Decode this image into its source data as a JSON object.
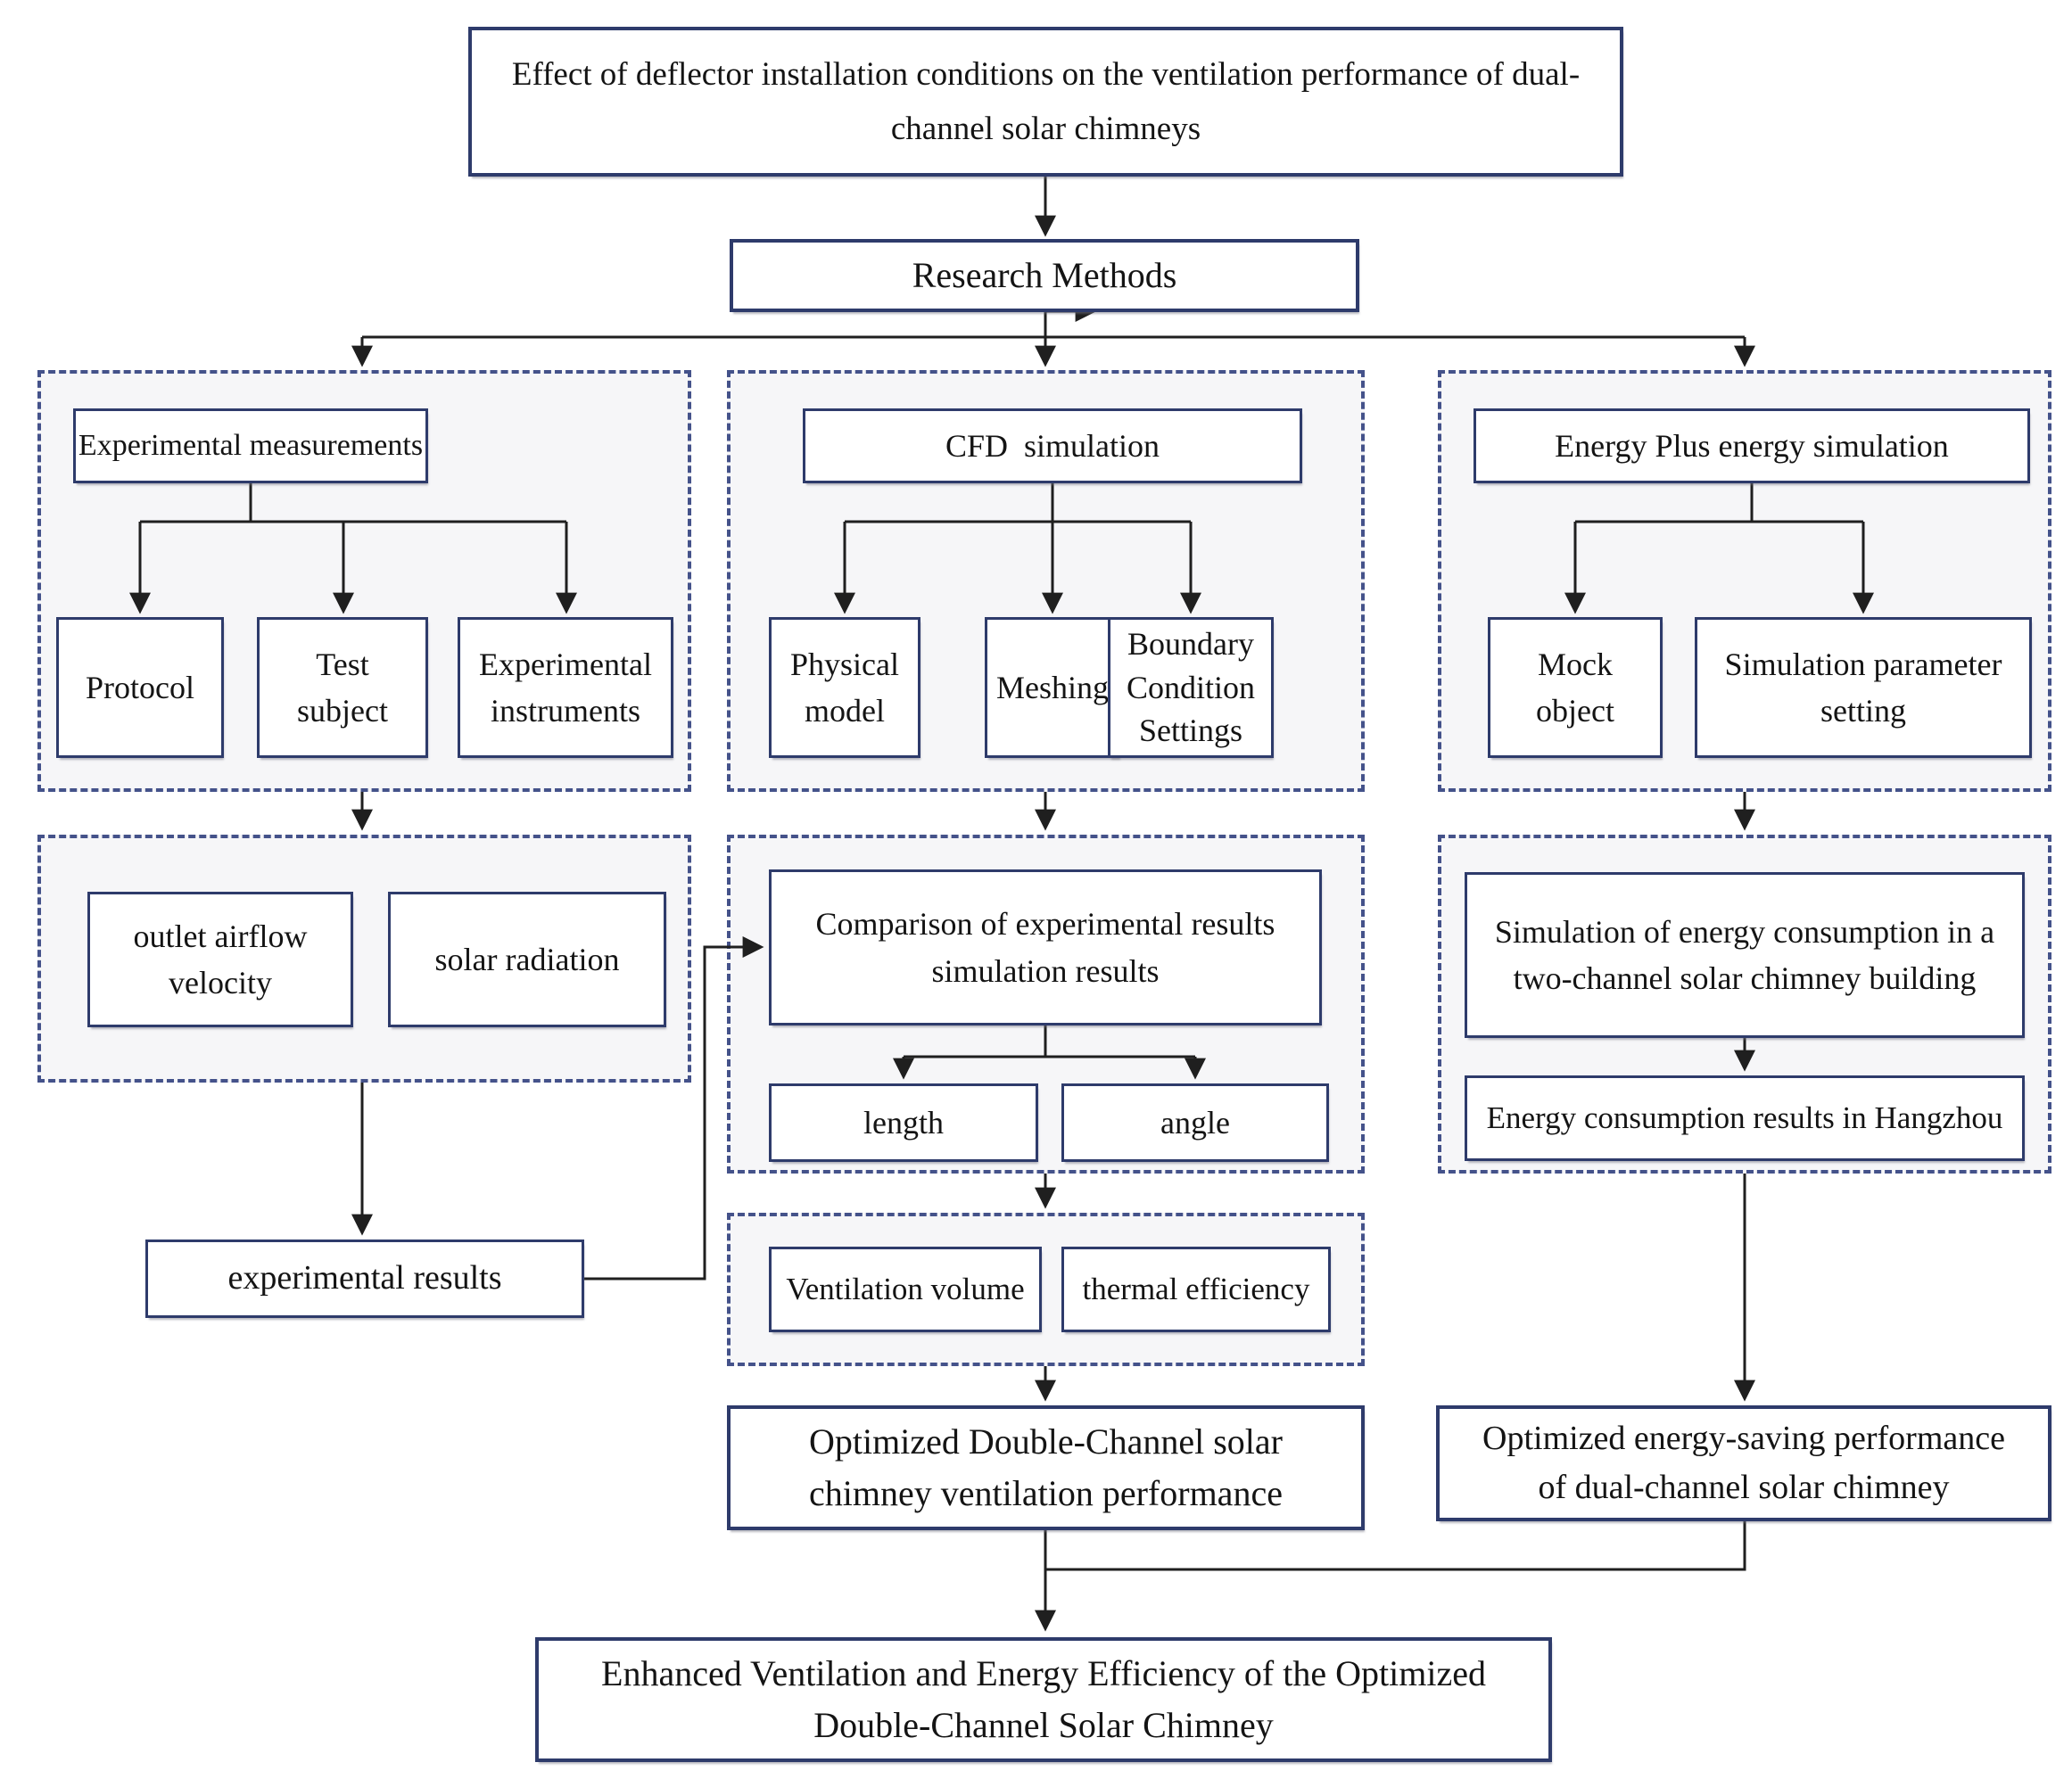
{
  "colors": {
    "solid_border": "#2e3b6b",
    "dashed_border": "#44528a",
    "container_bg": "#f6f6f8",
    "line": "#1f1f1f",
    "text": "#141414",
    "box_bg": "#ffffff"
  },
  "title": "Effect of deflector installation conditions on the ventilation performance of dual-channel solar chimneys",
  "research_methods": "Research Methods",
  "branches": {
    "experimental": {
      "heading": "Experimental measurements",
      "children": [
        "Protocol",
        "Test subject",
        "Experimental instruments"
      ],
      "outputs": [
        "outlet airflow velocity",
        "solar radiation"
      ],
      "result": "experimental results"
    },
    "cfd": {
      "heading": "CFD  simulation",
      "children": [
        "Physical model",
        "Meshing",
        "Boundary Condition Settings"
      ],
      "comparison": "Comparison of experimental results simulation results",
      "parameters": [
        "length",
        "angle"
      ],
      "metrics": [
        "Ventilation volume",
        "thermal efficiency"
      ],
      "outcome": "Optimized Double-Channel solar chimney ventilation performance"
    },
    "energyplus": {
      "heading": "Energy Plus energy simulation",
      "children": [
        "Mock object",
        "Simulation parameter setting"
      ],
      "simulation": "Simulation of energy consumption in a two-channel solar chimney building",
      "result": "Energy consumption results in Hangzhou",
      "outcome": "Optimized energy-saving performance of dual-channel solar chimney"
    }
  },
  "conclusion": "Enhanced Ventilation and Energy Efficiency of the Optimized Double-Channel Solar Chimney"
}
